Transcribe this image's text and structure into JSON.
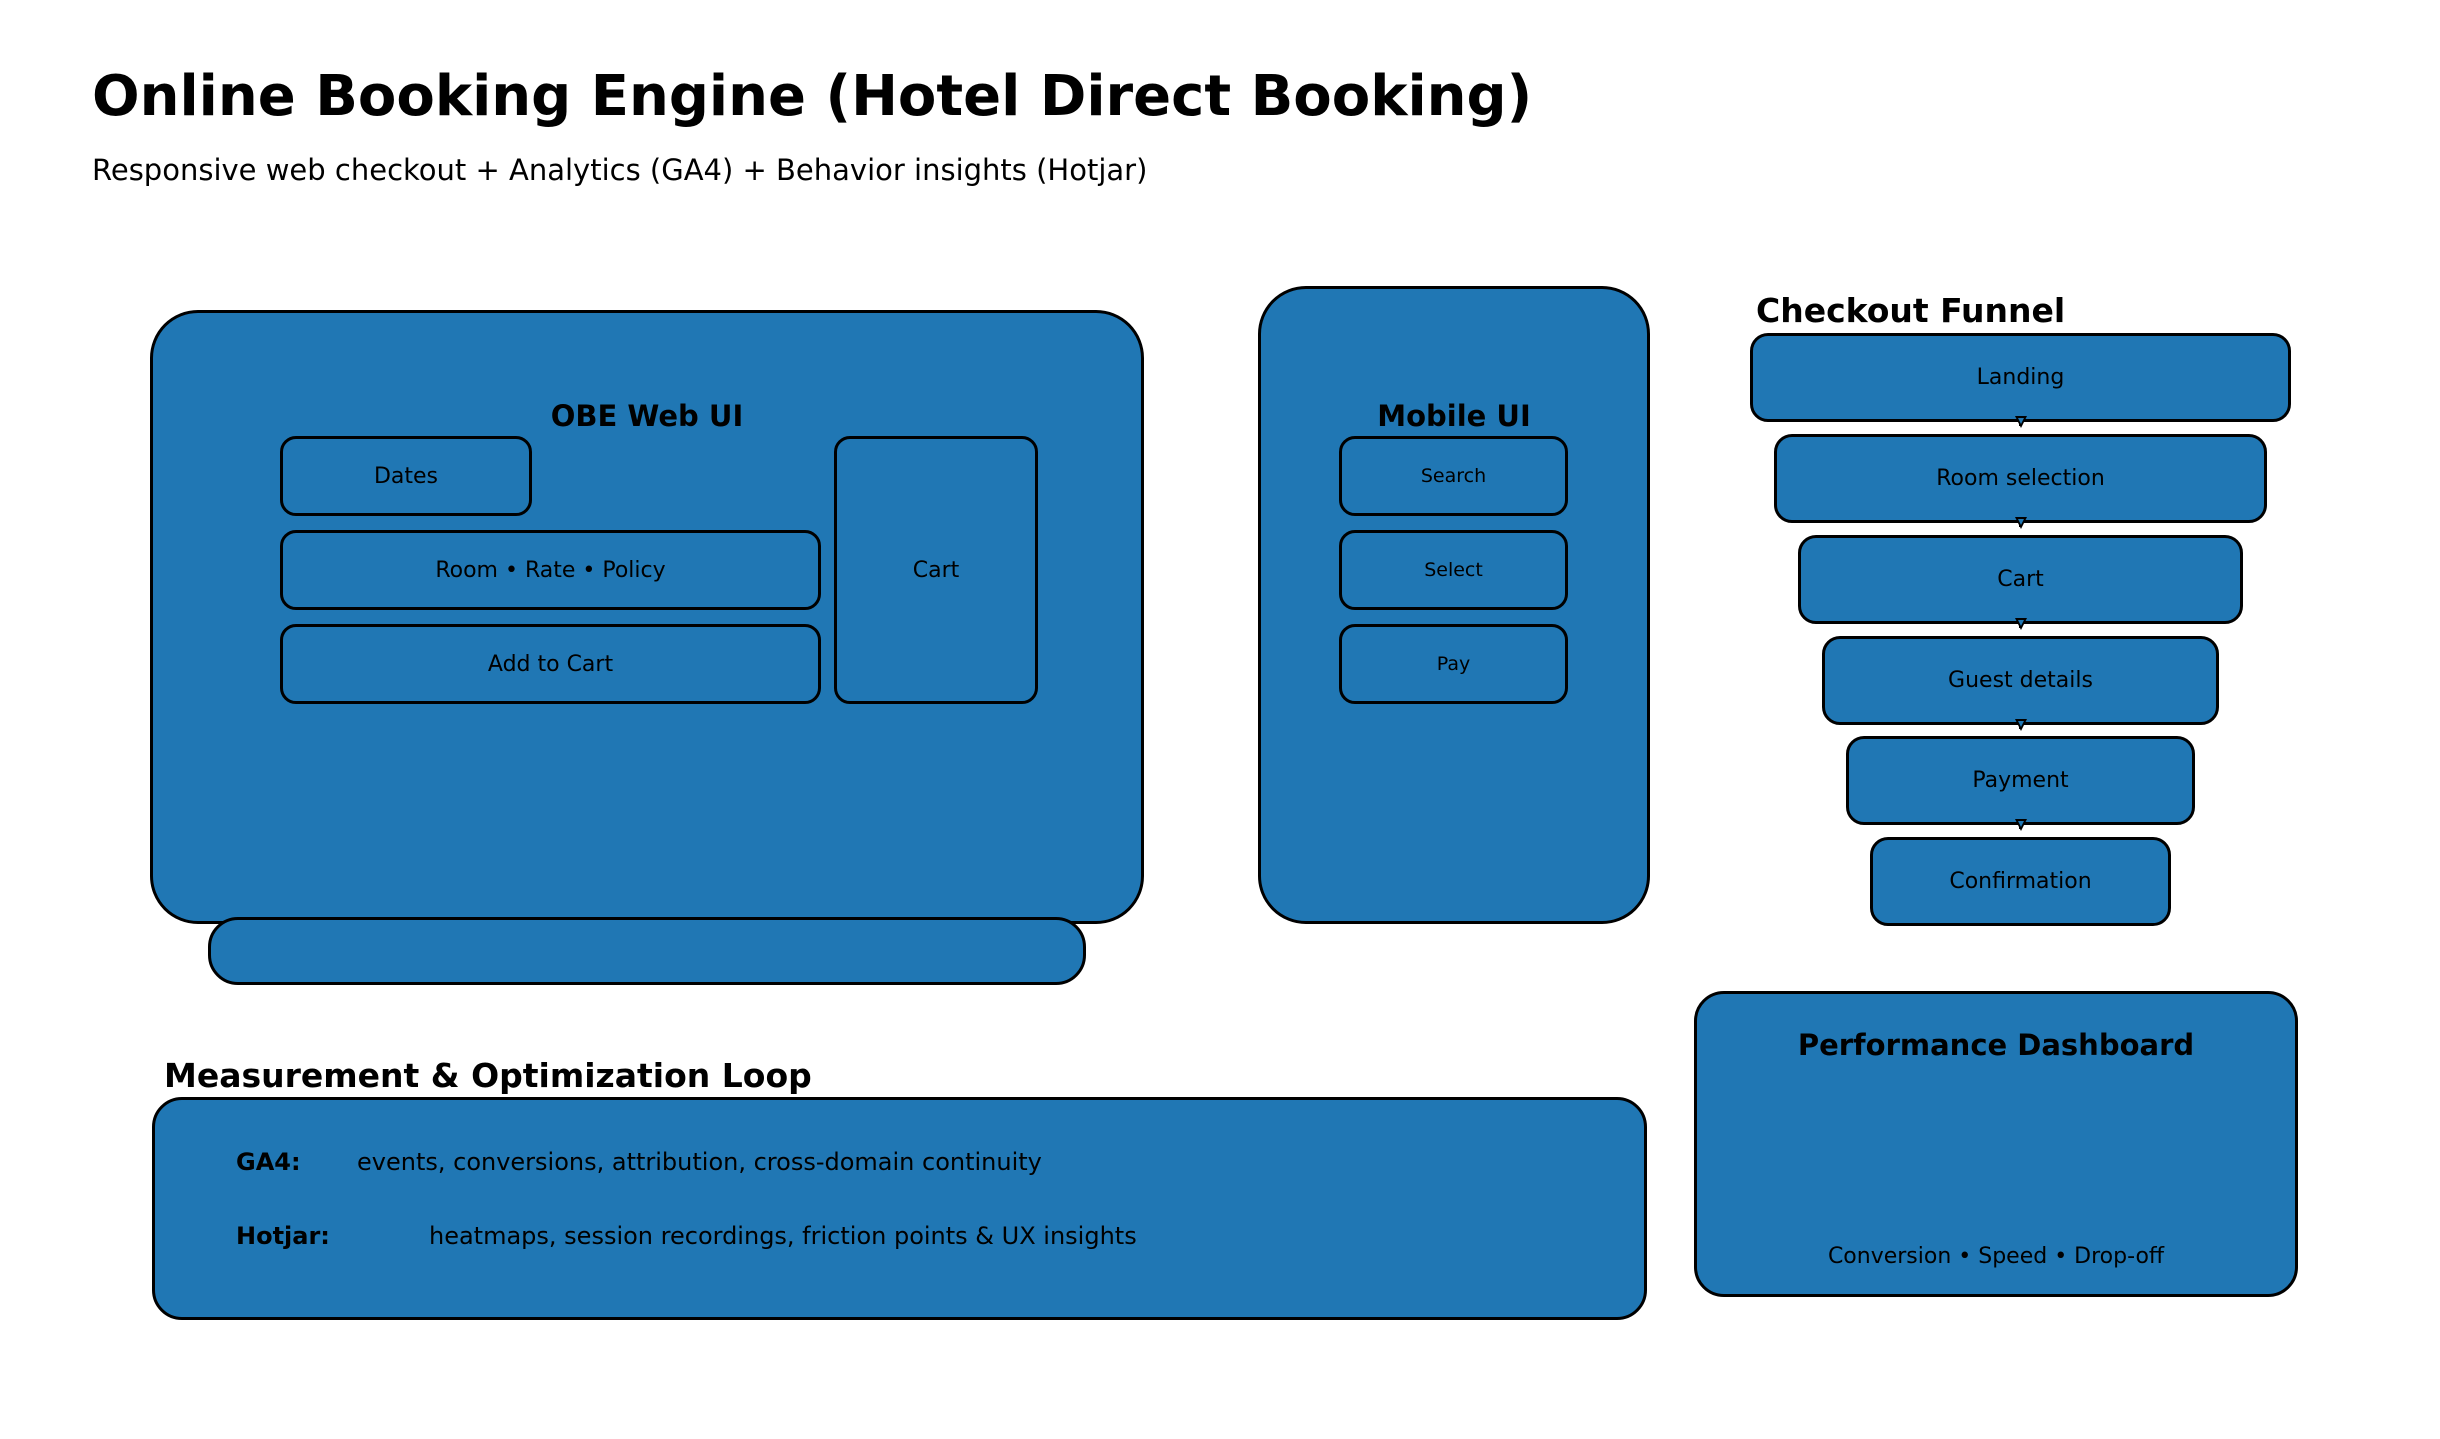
{
  "header": {
    "title": "Online Booking Engine (Hotel Direct Booking)",
    "subtitle": "Responsive web checkout + Analytics (GA4) + Behavior insights (Hotjar)"
  },
  "web_ui": {
    "title": "OBE Web UI",
    "dates": "Dates",
    "room_rate_policy": "Room • Rate • Policy",
    "add_to_cart": "Add to Cart",
    "cart": "Cart"
  },
  "mobile_ui": {
    "title": "Mobile UI",
    "steps": [
      "Search",
      "Select",
      "Pay"
    ]
  },
  "funnel": {
    "title": "Checkout Funnel",
    "stages": [
      "Landing",
      "Room selection",
      "Cart",
      "Guest details",
      "Payment",
      "Confirmation"
    ]
  },
  "measurement": {
    "title": "Measurement & Optimization Loop",
    "ga4_label": "GA4:",
    "ga4_text": "events, conversions, attribution, cross-domain continuity",
    "hotjar_label": "Hotjar:",
    "hotjar_text": "heatmaps, session recordings, friction points & UX insights"
  },
  "dashboard": {
    "title": "Performance Dashboard",
    "metrics": "Conversion • Speed • Drop-off"
  },
  "colors": {
    "box_fill": "#2077b4",
    "border": "#000000",
    "background": "#ffffff"
  }
}
